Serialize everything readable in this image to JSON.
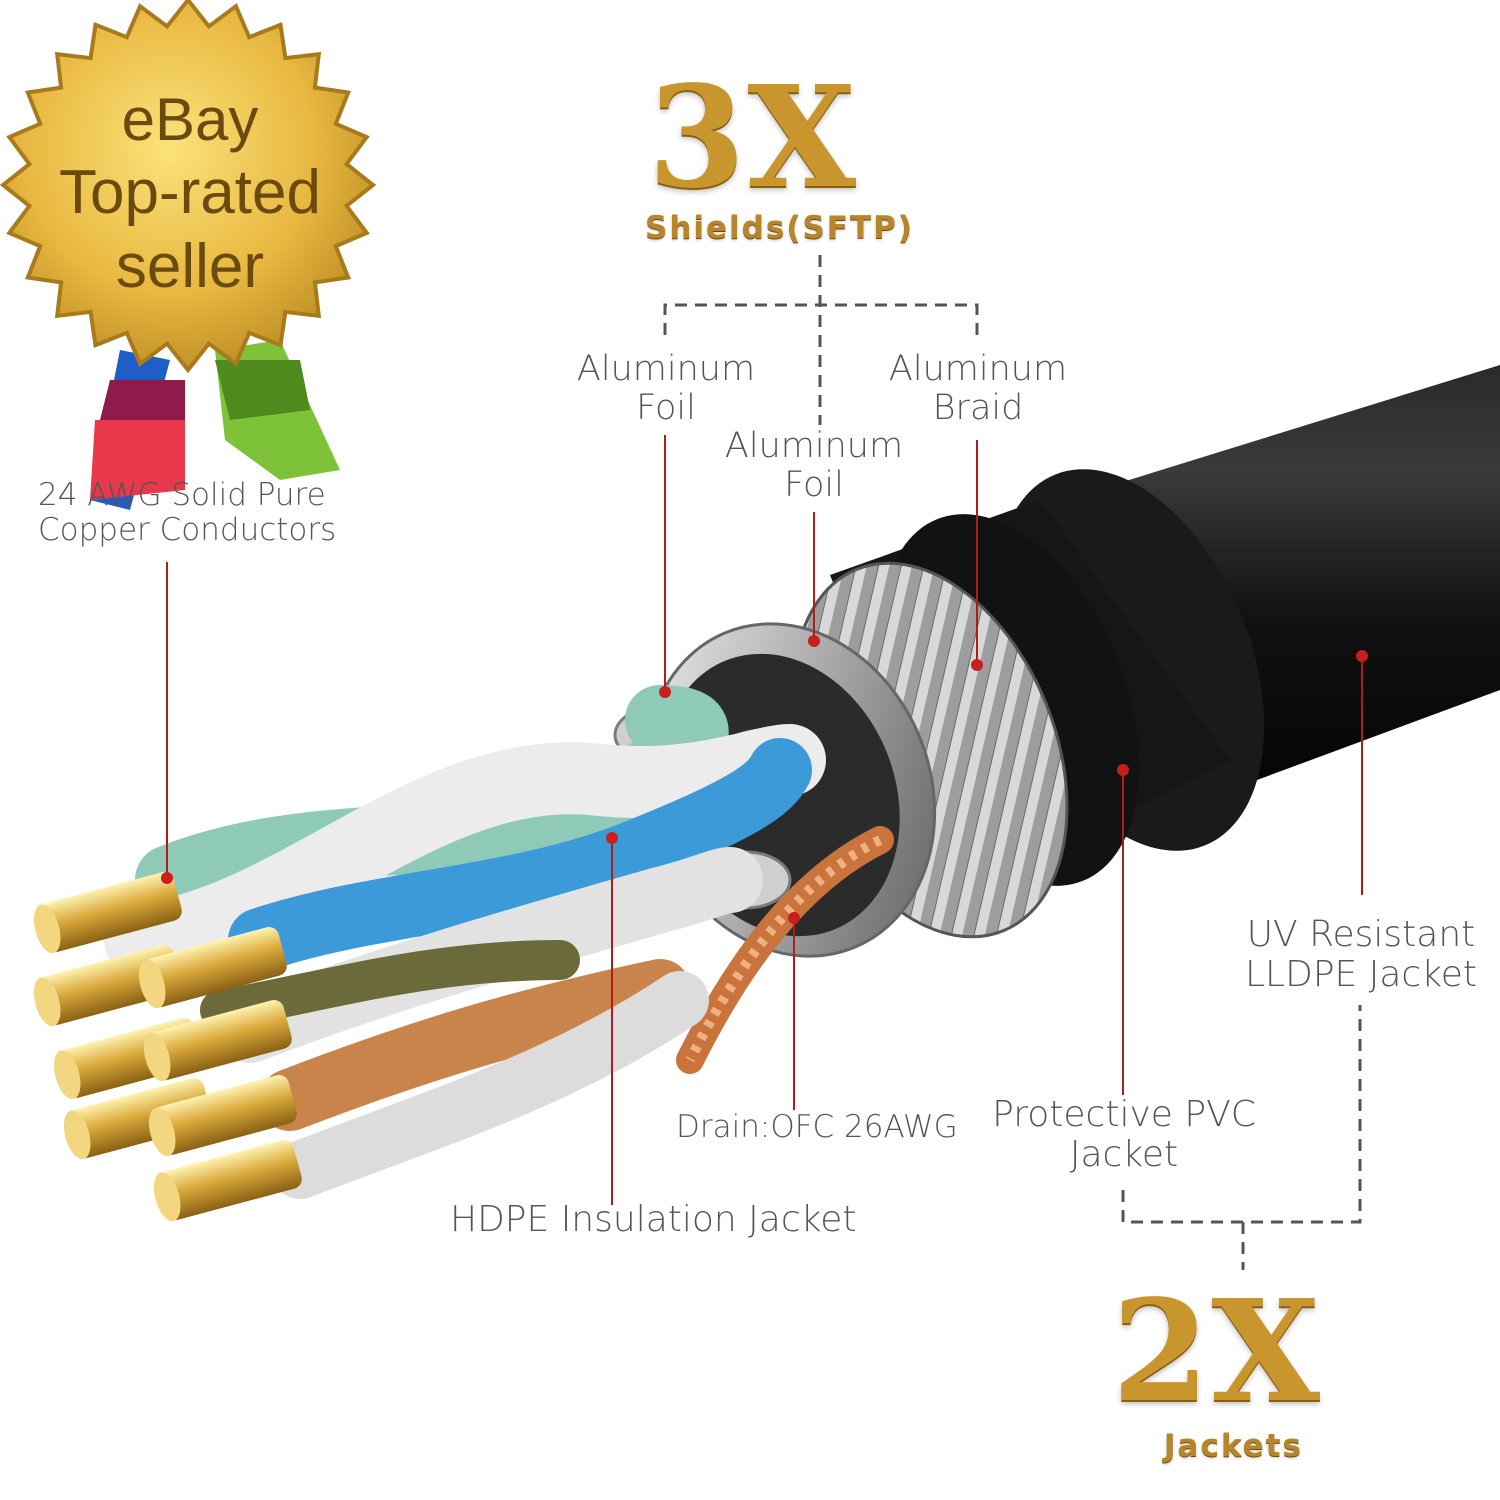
{
  "badge": {
    "line1": "eBay",
    "line2": "Top-rated",
    "line3": "seller"
  },
  "shields": {
    "count": "3X",
    "caption": "Shields(SFTP)"
  },
  "jackets": {
    "count": "2X",
    "caption": "Jackets"
  },
  "labels": {
    "foil_outer": [
      "Aluminum",
      "Foil"
    ],
    "foil_inner": [
      "Aluminum",
      "Foil"
    ],
    "braid": [
      "Aluminum",
      "Braid"
    ],
    "conductors": [
      "24 AWG Solid Pure",
      "Copper Conductors"
    ],
    "drain": "Drain:OFC 26AWG",
    "hdpe": "HDPE Insulation Jacket",
    "pvc": [
      "Protective PVC",
      "Jacket"
    ],
    "uv": [
      "UV Resistant",
      "LLDPE Jacket"
    ]
  },
  "colors": {
    "gold": "#c9962e",
    "callout_line": "#b01c1c",
    "label_text": "#555555",
    "cable_jacket": "#1c1c1c"
  }
}
